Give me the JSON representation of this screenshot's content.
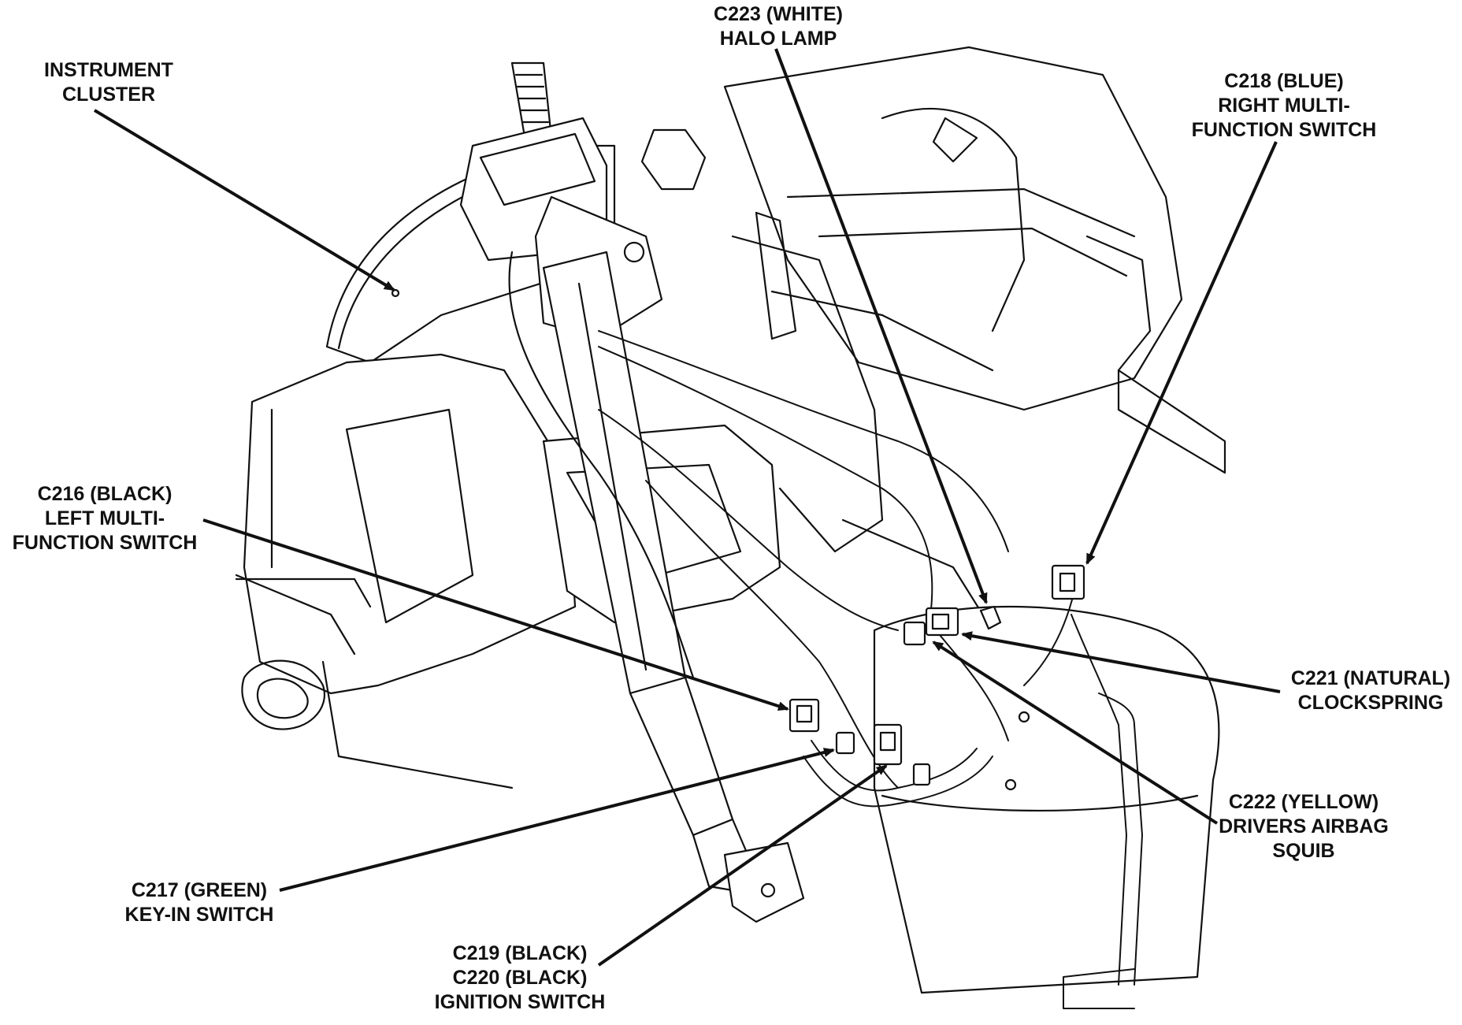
{
  "diagram": {
    "callouts": [
      {
        "id": "instrument-cluster",
        "lines": [
          "INSTRUMENT",
          "CLUSTER"
        ]
      },
      {
        "id": "c223",
        "lines": [
          "C223 (WHITE)",
          "HALO LAMP"
        ]
      },
      {
        "id": "c218",
        "lines": [
          "C218 (BLUE)",
          "RIGHT MULTI-",
          "FUNCTION SWITCH"
        ]
      },
      {
        "id": "c216",
        "lines": [
          "C216 (BLACK)",
          "LEFT MULTI-",
          "FUNCTION SWITCH"
        ]
      },
      {
        "id": "c221",
        "lines": [
          "C221 (NATURAL)",
          "CLOCKSPRING"
        ]
      },
      {
        "id": "c222",
        "lines": [
          "C222 (YELLOW)",
          "DRIVERS AIRBAG",
          "SQUIB"
        ]
      },
      {
        "id": "c217",
        "lines": [
          "C217 (GREEN)",
          "KEY-IN SWITCH"
        ]
      },
      {
        "id": "c219-c220",
        "lines": [
          "C219 (BLACK)",
          "C220 (BLACK)",
          "IGNITION SWITCH"
        ]
      }
    ]
  }
}
